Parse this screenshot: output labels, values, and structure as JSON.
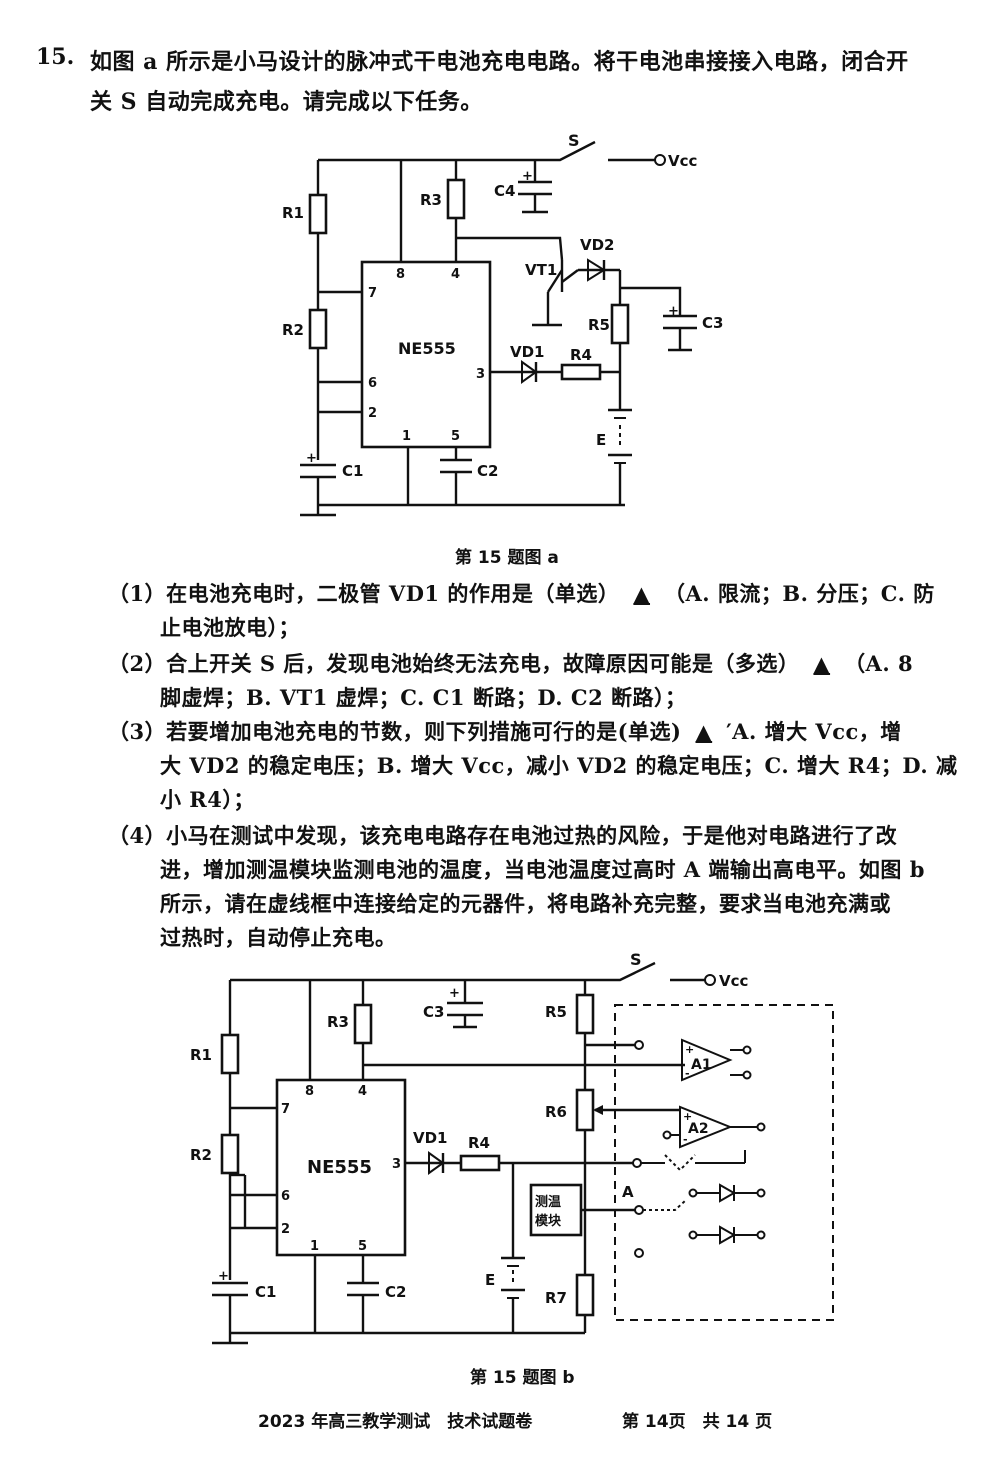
{
  "question": {
    "number": "15.",
    "stem_line1": "如图 a 所示是小马设计的脉冲式干电池充电电路。将干电池串接接入电路，闭合开",
    "stem_line2": "关 S 自动完成充电。请完成以下任务。"
  },
  "figure_a": {
    "caption": "第 15 题图 a",
    "labels": {
      "switch": "S",
      "vcc": "Vcc",
      "r1": "R1",
      "r2": "R2",
      "r3": "R3",
      "r4": "R4",
      "r5": "R5",
      "c1": "C1",
      "c2": "C2",
      "c3": "C3",
      "c4": "C4",
      "vt1": "VT1",
      "vd1": "VD1",
      "vd2": "VD2",
      "ic": "NE555",
      "battery": "E",
      "pin8": "8",
      "pin4": "4",
      "pin7": "7",
      "pin6": "6",
      "pin2": "2",
      "pin1": "1",
      "pin5": "5",
      "pin3": "3",
      "plus": "+"
    }
  },
  "subquestions": {
    "q1_line1": "（1）在电池充电时，二极管 VD1 的作用是（单选）",
    "q1_mark": "▲",
    "q1_line1_tail": "（A. 限流；B. 分压；C. 防",
    "q1_line2": "止电池放电）；",
    "q2_line1": "（2）合上开关 S 后，发现电池始终无法充电，故障原因可能是（多选）",
    "q2_mark": "▲",
    "q2_line1_tail": "（A. 8",
    "q2_line2": "脚虚焊；B. VT1 虚焊；C. C1 断路；D. C2 断路）；",
    "q3_line1": "（3）若要增加电池充电的节数，则下列措施可行的是(单选)",
    "q3_mark": "▲",
    "q3_line1_tail": "′A. 增大 Vcc，增",
    "q3_line2": "大 VD2 的稳定电压；B. 增大 Vcc，减小 VD2 的稳定电压；C. 增大 R4；D. 减",
    "q3_line3": "小 R4）；",
    "q4_line1": "（4）小马在测试中发现，该充电电路存在电池过热的风险，于是他对电路进行了改",
    "q4_line2": "进，增加测温模块监测电池的温度，当电池温度过高时 A 端输出高电平。如图 b",
    "q4_line3": "所示，请在虚线框中连接给定的元器件，将电路补充完整，要求当电池充满或",
    "q4_line4": "过热时，自动停止充电。"
  },
  "figure_b": {
    "caption": "第 15 题图 b",
    "labels": {
      "switch": "S",
      "vcc": "Vcc",
      "r1": "R1",
      "r2": "R2",
      "r3": "R3",
      "r4": "R4",
      "r5": "R5",
      "r6": "R6",
      "r7": "R7",
      "c1": "C1",
      "c2": "C2",
      "c3": "C3",
      "vd1": "VD1",
      "ic": "NE555",
      "battery": "E",
      "a1": "A1",
      "a2": "A2",
      "a_terminal": "A",
      "temp_module_line1": "测温",
      "temp_module_line2": "模块",
      "pin8": "8",
      "pin4": "4",
      "pin7": "7",
      "pin6": "6",
      "pin2": "2",
      "pin1": "1",
      "pin5": "5",
      "pin3": "3",
      "plus": "+",
      "minus": "-"
    }
  },
  "footer": {
    "title": "2023 年高三教学测试　技术试题卷",
    "page": "第 14页　共 14 页"
  }
}
